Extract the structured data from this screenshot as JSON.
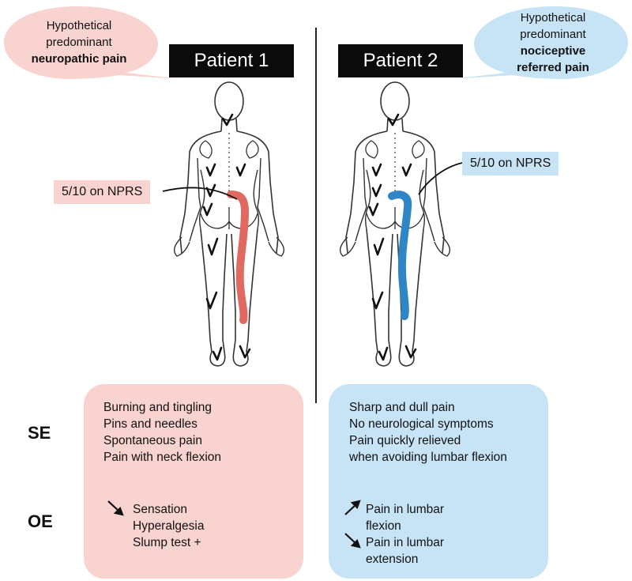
{
  "colors": {
    "pink": "#f9d3d0",
    "blue": "#c7e4f7",
    "red_line": "#e06a62",
    "blue_line": "#2f86c6"
  },
  "patient1": {
    "bubble": [
      "Hypothetical",
      "predominant",
      "neuropathic pain"
    ],
    "title": "Patient 1",
    "npr": "5/10 on NPRS",
    "se": [
      "Burning and tingling",
      "Pins and needles",
      "Spontaneous pain",
      "Pain with neck flexion"
    ],
    "oe": [
      "Sensation",
      "Hyperalgesia",
      "Slump test +"
    ]
  },
  "patient2": {
    "bubble": [
      "Hypothetical",
      "predominant",
      "nociceptive",
      "referred pain"
    ],
    "title": "Patient 2",
    "npr": "5/10 on NPRS",
    "se": [
      "Sharp and dull pain",
      "No neurological symptoms",
      "Pain quickly relieved",
      "when avoiding lumbar flexion"
    ],
    "oe": [
      "Pain in lumbar",
      "flexion",
      "Pain in lumbar",
      "extension"
    ]
  },
  "labels": {
    "se": "SE",
    "oe": "OE"
  }
}
